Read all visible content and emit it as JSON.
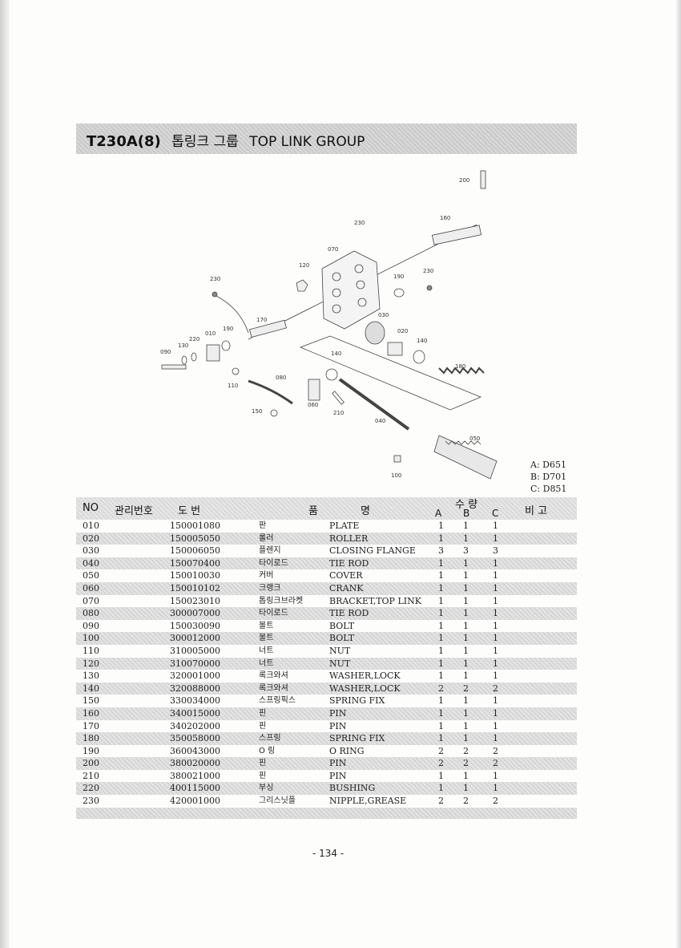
{
  "header": {
    "code": "T230A(8)",
    "title_ko": "톱링크 그룹",
    "title_en": "TOP LINK GROUP"
  },
  "diagram": {
    "callouts": [
      "200",
      "230",
      "160",
      "070",
      "120",
      "230",
      "190",
      "230",
      "190",
      "170",
      "010",
      "220",
      "130",
      "090",
      "030",
      "020",
      "140",
      "140",
      "180",
      "080",
      "110",
      "060",
      "150",
      "210",
      "040",
      "050",
      "100"
    ]
  },
  "variants": [
    "A: D651",
    "B: D701",
    "C: D851"
  ],
  "table": {
    "headers": {
      "no": "NO",
      "mgmt": "관리번호",
      "drawing": "도  번",
      "name_1": "품",
      "name_2": "명",
      "qty": "수  량",
      "a": "A",
      "b": "B",
      "c": "C",
      "remarks": "비  고"
    },
    "rows": [
      {
        "no": "010",
        "drawing": "150001080",
        "ko": "판",
        "en": "PLATE",
        "a": "1",
        "b": "1",
        "c": "1"
      },
      {
        "no": "020",
        "drawing": "150005050",
        "ko": "롤러",
        "en": "ROLLER",
        "a": "1",
        "b": "1",
        "c": "1"
      },
      {
        "no": "030",
        "drawing": "150006050",
        "ko": "플렌지",
        "en": "CLOSING FLANGE",
        "a": "3",
        "b": "3",
        "c": "3"
      },
      {
        "no": "040",
        "drawing": "150070400",
        "ko": "타이로드",
        "en": "TIE ROD",
        "a": "1",
        "b": "1",
        "c": "1"
      },
      {
        "no": "050",
        "drawing": "150010030",
        "ko": "커버",
        "en": "COVER",
        "a": "1",
        "b": "1",
        "c": "1"
      },
      {
        "no": "060",
        "drawing": "150010102",
        "ko": "크랭크",
        "en": "CRANK",
        "a": "1",
        "b": "1",
        "c": "1"
      },
      {
        "no": "070",
        "drawing": "150023010",
        "ko": "톱링크브라켓",
        "en": "BRACKET,TOP LINK",
        "a": "1",
        "b": "1",
        "c": "1"
      },
      {
        "no": "080",
        "drawing": "300007000",
        "ko": "타이로드",
        "en": "TIE ROD",
        "a": "1",
        "b": "1",
        "c": "1"
      },
      {
        "no": "090",
        "drawing": "150030090",
        "ko": "볼트",
        "en": "BOLT",
        "a": "1",
        "b": "1",
        "c": "1"
      },
      {
        "no": "100",
        "drawing": "300012000",
        "ko": "볼트",
        "en": "BOLT",
        "a": "1",
        "b": "1",
        "c": "1"
      },
      {
        "no": "110",
        "drawing": "310005000",
        "ko": "너트",
        "en": "NUT",
        "a": "1",
        "b": "1",
        "c": "1"
      },
      {
        "no": "120",
        "drawing": "310070000",
        "ko": "너트",
        "en": "NUT",
        "a": "1",
        "b": "1",
        "c": "1"
      },
      {
        "no": "130",
        "drawing": "320001000",
        "ko": "록크와셔",
        "en": "WASHER,LOCK",
        "a": "1",
        "b": "1",
        "c": "1"
      },
      {
        "no": "140",
        "drawing": "320088000",
        "ko": "록크와셔",
        "en": "WASHER,LOCK",
        "a": "2",
        "b": "2",
        "c": "2"
      },
      {
        "no": "150",
        "drawing": "330034000",
        "ko": "스프링픽스",
        "en": "SPRING FIX",
        "a": "1",
        "b": "1",
        "c": "1"
      },
      {
        "no": "160",
        "drawing": "340015000",
        "ko": "핀",
        "en": "PIN",
        "a": "1",
        "b": "1",
        "c": "1"
      },
      {
        "no": "170",
        "drawing": "340202000",
        "ko": "핀",
        "en": "PIN",
        "a": "1",
        "b": "1",
        "c": "1"
      },
      {
        "no": "180",
        "drawing": "350058000",
        "ko": "스프링",
        "en": "SPRING FIX",
        "a": "1",
        "b": "1",
        "c": "1"
      },
      {
        "no": "190",
        "drawing": "360043000",
        "ko": "O 링",
        "en": "O RING",
        "a": "2",
        "b": "2",
        "c": "2"
      },
      {
        "no": "200",
        "drawing": "380020000",
        "ko": "핀",
        "en": "PIN",
        "a": "2",
        "b": "2",
        "c": "2"
      },
      {
        "no": "210",
        "drawing": "380021000",
        "ko": "핀",
        "en": "PIN",
        "a": "1",
        "b": "1",
        "c": "1"
      },
      {
        "no": "220",
        "drawing": "400115000",
        "ko": "부싱",
        "en": "BUSHING",
        "a": "1",
        "b": "1",
        "c": "1"
      },
      {
        "no": "230",
        "drawing": "420001000",
        "ko": "그리스닛플",
        "en": "NIPPLE,GREASE",
        "a": "2",
        "b": "2",
        "c": "2"
      }
    ]
  },
  "page_number": "- 134 -"
}
